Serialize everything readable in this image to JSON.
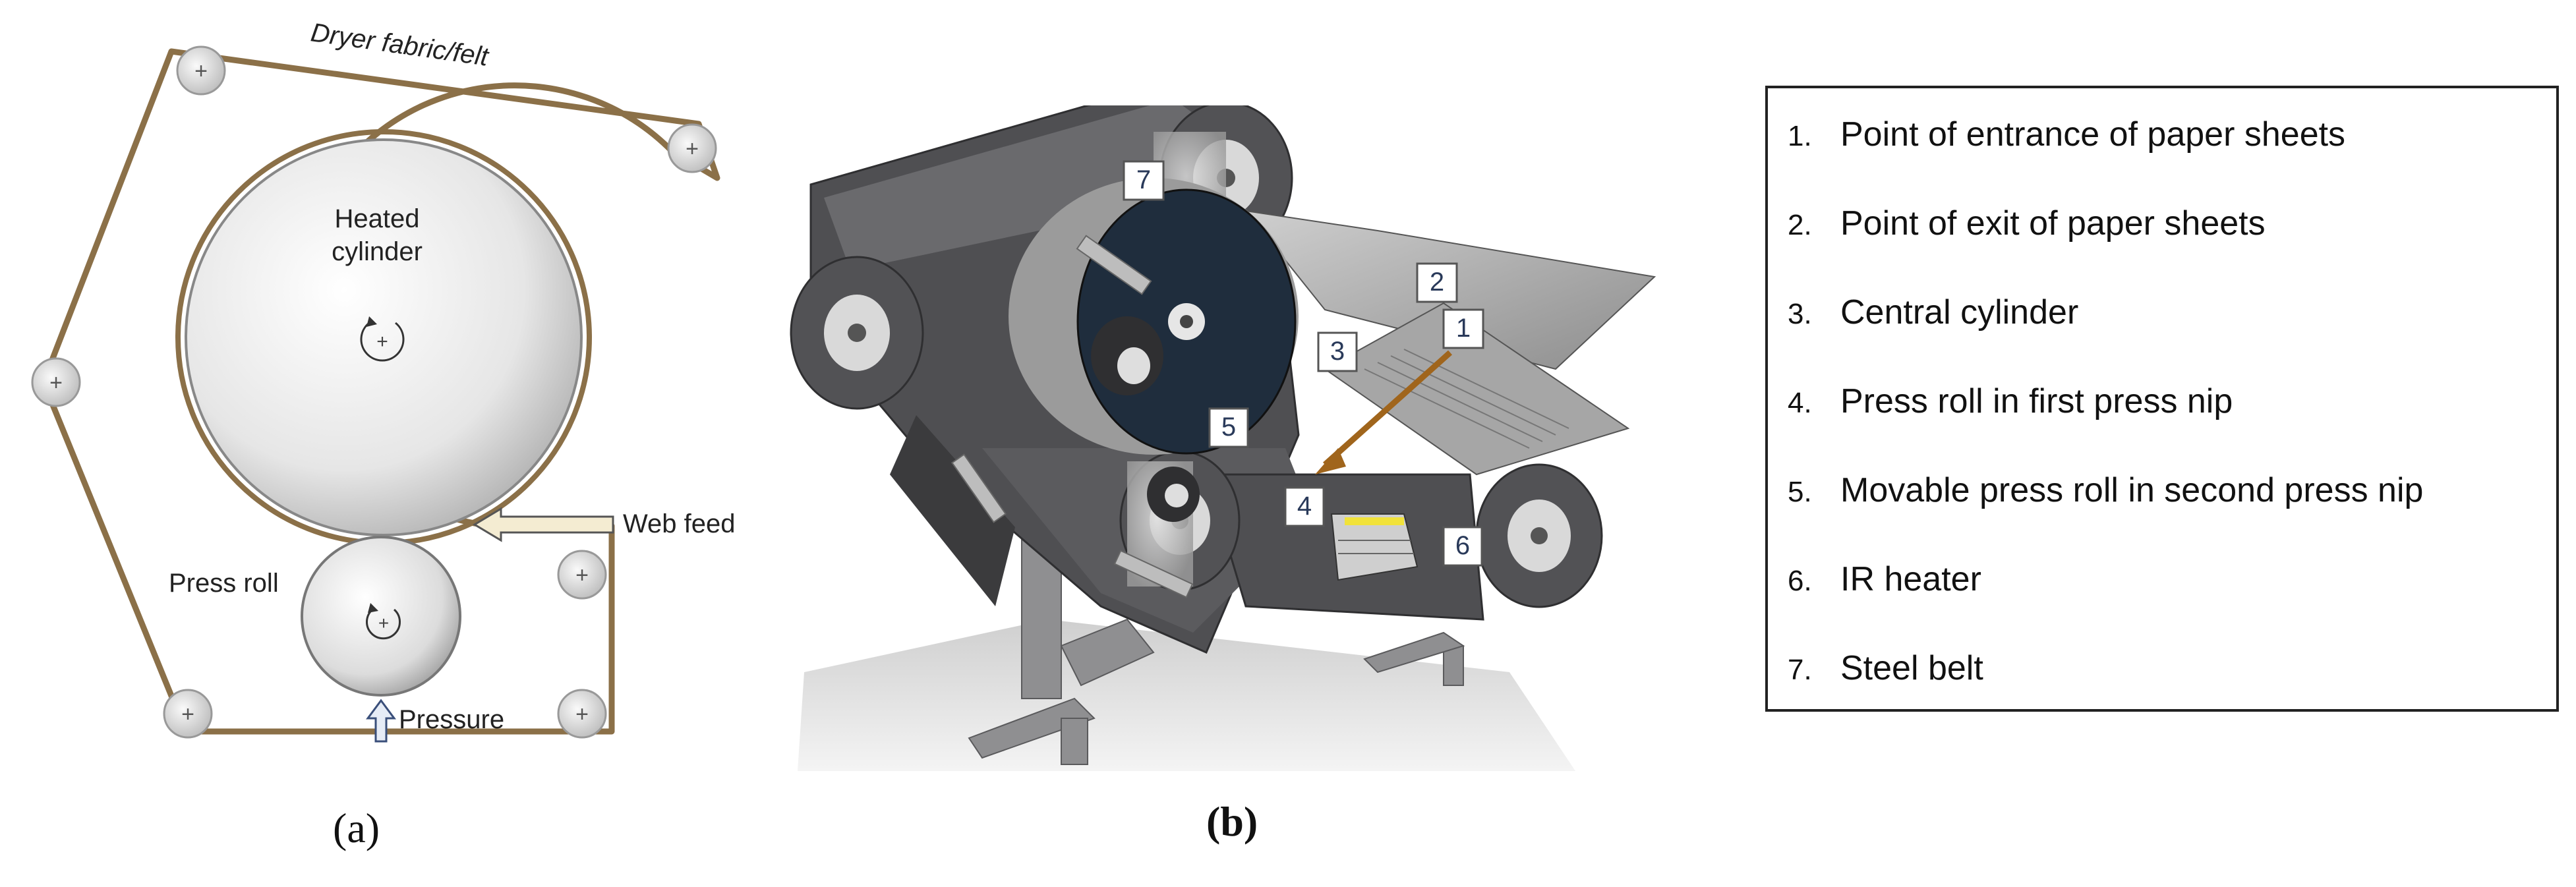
{
  "panel_a": {
    "labels": {
      "dryer_fabric": "Dryer fabric/felt",
      "heated_cylinder_line1": "Heated",
      "heated_cylinder_line2": "cylinder",
      "web_feed": "Web feed",
      "press_roll": "Press roll",
      "pressure": "Pressure"
    },
    "caption": "(a)"
  },
  "panel_b": {
    "callouts": [
      "1",
      "2",
      "3",
      "4",
      "5",
      "6",
      "7"
    ],
    "caption": "(b)"
  },
  "legend": {
    "items": [
      {
        "num": "1.",
        "text": "Point of entrance of paper sheets"
      },
      {
        "num": "2.",
        "text": "Point of exit of paper sheets"
      },
      {
        "num": "3.",
        "text": "Central cylinder"
      },
      {
        "num": "4.",
        "text": "Press roll in first press nip"
      },
      {
        "num": "5.",
        "text": "Movable press roll in second press nip"
      },
      {
        "num": "6.",
        "text": "IR heater"
      },
      {
        "num": "7.",
        "text": "Steel belt"
      }
    ]
  },
  "colors": {
    "belt": "#8b7048",
    "machine_dark": "#4a4a4c",
    "cylinder_face": "#1f2d3d",
    "arrow": "#a0651c"
  }
}
